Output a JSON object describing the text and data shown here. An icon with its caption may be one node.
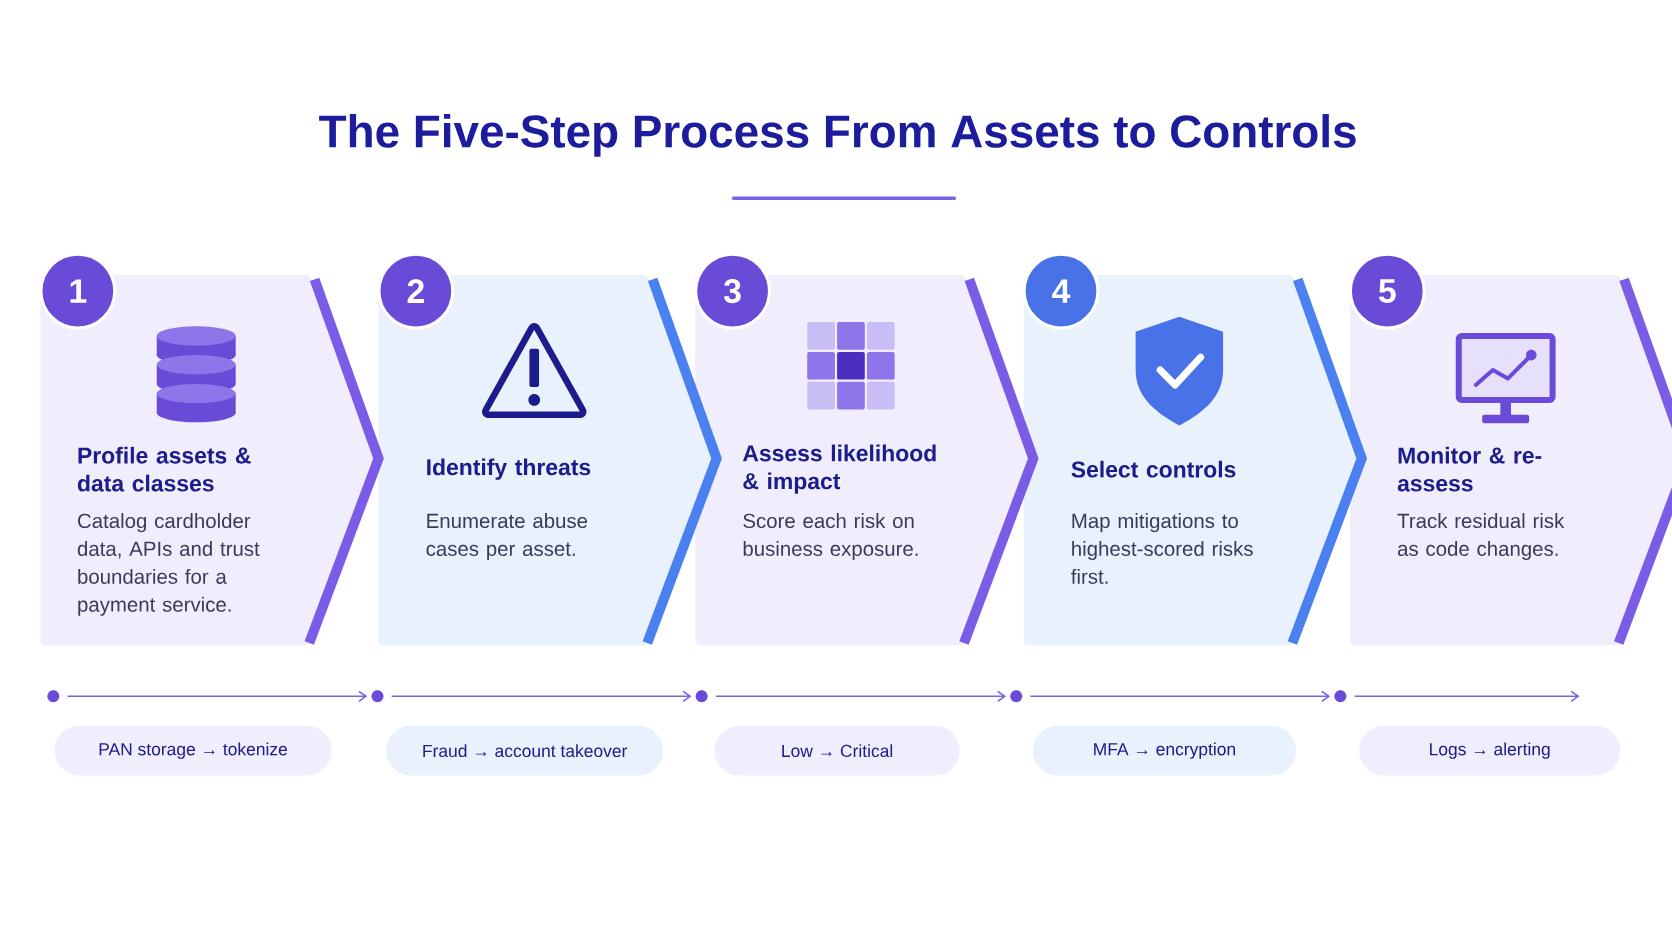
{
  "diagram": {
    "title": "The Five-Step Process From Assets to Controls",
    "nodes": [
      {
        "text": [
          "Profile assets & data classes",
          "Catalog cardholder data, APIs and trust boundaries for a payment service."
        ]
      },
      {
        "text": [
          "Identify threats",
          "Enumerate abuse cases per asset."
        ]
      },
      {
        "text": [
          "Assess likelihood & impact",
          "Score each risk on business exposure."
        ]
      },
      {
        "text": [
          "Select controls",
          "Map mitigations to highest-scored risks first."
        ]
      },
      {
        "text": [
          "Monitor & re-assess",
          "Track residual risk as code changes."
        ]
      },
      {
        "text": [
          "1"
        ]
      },
      {
        "text": [
          "2"
        ]
      },
      {
        "text": [
          "3"
        ]
      },
      {
        "text": [
          "4"
        ]
      },
      {
        "text": [
          "5"
        ]
      },
      {
        "text": [],
        "shape": "circle"
      },
      {
        "text": [],
        "shape": "circle"
      },
      {
        "text": [],
        "shape": "circle"
      },
      {
        "text": [],
        "shape": "circle"
      },
      {
        "text": [],
        "shape": "circle"
      },
      {
        "text": [
          "PAN storage → tokenize"
        ]
      },
      {
        "text": [
          "Fraud → account takeover"
        ]
      },
      {
        "text": [
          "Low → Critical"
        ]
      },
      {
        "text": [
          "MFA → encryption"
        ]
      },
      {
        "text": [
          "Logs → alerting"
        ]
      }
    ],
    "edges": [
      {
        "from": 10,
        "to": 11,
        "arrow": "to"
      },
      {
        "from": 11,
        "to": 12,
        "arrow": "to"
      },
      {
        "from": 12,
        "to": 13,
        "arrow": "to"
      },
      {
        "from": 13,
        "to": 14,
        "arrow": "to"
      },
      {
        "from": 14,
        "to": null,
        "arrow": "to"
      }
    ]
  }
}
